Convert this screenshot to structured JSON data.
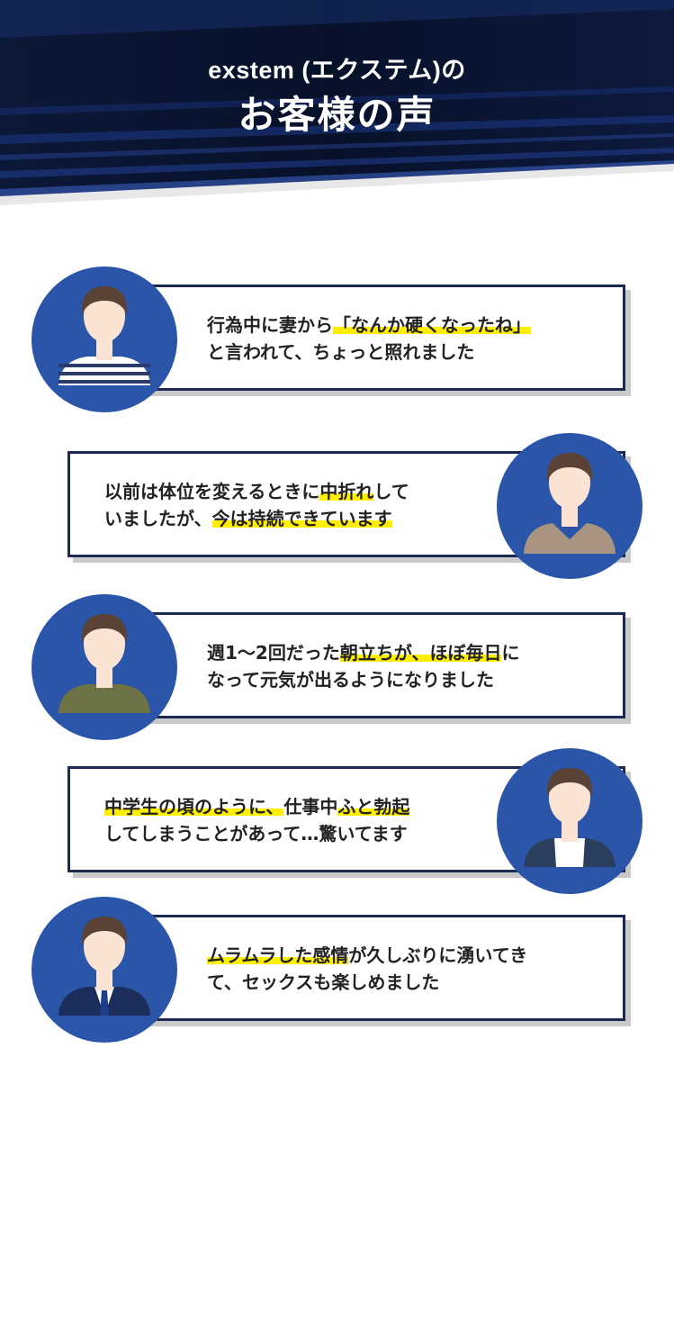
{
  "header": {
    "subtitle": "exstem (エクステム)の",
    "title": "お客様の声"
  },
  "testimonials": [
    {
      "side": "left",
      "avatar": "man-striped-shirt-icon",
      "line1": [
        {
          "text": "行為中に妻から",
          "hl": false
        },
        {
          "text": "「なんか硬くなったね」",
          "hl": true
        }
      ],
      "line2": [
        {
          "text": "と言われて、ちょっと照れました",
          "hl": false
        }
      ]
    },
    {
      "side": "right",
      "avatar": "man-brown-sweater-icon",
      "line1": [
        {
          "text": "以前は体位を変えるときに",
          "hl": false
        },
        {
          "text": "中折れ",
          "hl": true
        },
        {
          "text": "して",
          "hl": false
        }
      ],
      "line2": [
        {
          "text": "いましたが、",
          "hl": false
        },
        {
          "text": "今は持続できています",
          "hl": true
        }
      ]
    },
    {
      "side": "left",
      "avatar": "man-green-shirt-icon",
      "line1": [
        {
          "text": "週1〜2回だった",
          "hl": false
        },
        {
          "text": "朝立ちが、ほぼ毎日",
          "hl": true
        },
        {
          "text": "に",
          "hl": false
        }
      ],
      "line2": [
        {
          "text": "なって元気が出るようになりました",
          "hl": false
        }
      ]
    },
    {
      "side": "right",
      "avatar": "man-jacket-icon",
      "line1": [
        {
          "text": "中学生の頃のように、",
          "hl": true
        },
        {
          "text": "仕事中",
          "hl": false
        },
        {
          "text": "ふと勃起",
          "hl": true
        }
      ],
      "line2": [
        {
          "text": "してしまうことがあって…驚いてます",
          "hl": false
        }
      ]
    },
    {
      "side": "left",
      "avatar": "man-business-suit-icon",
      "line1": [
        {
          "text": "ムラムラした感情",
          "hl": true
        },
        {
          "text": "が久しぶりに湧いてき",
          "hl": false
        }
      ],
      "line2": [
        {
          "text": "て、セックスも楽しめました",
          "hl": false
        }
      ]
    }
  ],
  "colors": {
    "navy": "#0b1530",
    "card_border": "#1c2a52",
    "avatar_circle": "#2a55a8",
    "highlight": "#ffee00"
  }
}
